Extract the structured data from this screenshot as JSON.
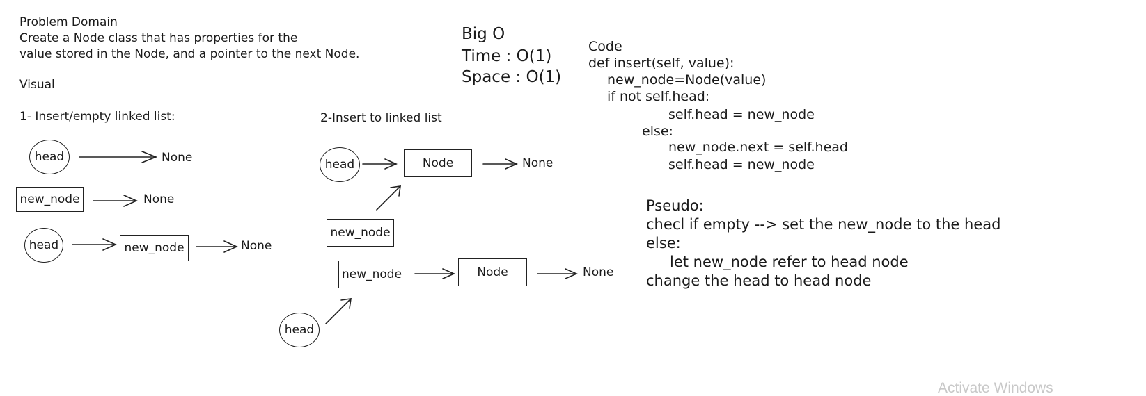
{
  "problem": {
    "title": "Problem Domain",
    "line1": "Create a Node class that has properties for the",
    "line2": "value stored in the Node, and a pointer to the next Node."
  },
  "visual_label": "Visual",
  "bigo": {
    "title": "Big O",
    "time": "Time : O(1)",
    "space": "Space : O(1)"
  },
  "code": {
    "title": "Code",
    "lines": [
      "def insert(self, value):",
      "new_node=Node(value)",
      "if not self.head:",
      "self.head = new_node",
      "else:",
      "new_node.next = self.head",
      "self.head = new_node"
    ]
  },
  "pseudo": {
    "title": "Pseudo:",
    "lines": [
      "checl if empty --> set the new_node to the head",
      "else:",
      "let new_node refer to head node",
      "change the head to head node"
    ]
  },
  "section1": {
    "title": "1- Insert/empty linked list:",
    "row1": {
      "head": "head",
      "none": "None"
    },
    "row2": {
      "new_node": "new_node",
      "none": "None"
    },
    "row3": {
      "head": "head",
      "new_node": "new_node",
      "none": "None"
    }
  },
  "section2": {
    "title": "2-Insert to linked list",
    "top": {
      "head": "head",
      "node": "Node",
      "none": "None"
    },
    "mid": {
      "new_node": "new_node"
    },
    "bottom": {
      "new_node": "new_node",
      "node": "Node",
      "none": "None",
      "head": "head"
    }
  },
  "watermark": "Activate Windows"
}
